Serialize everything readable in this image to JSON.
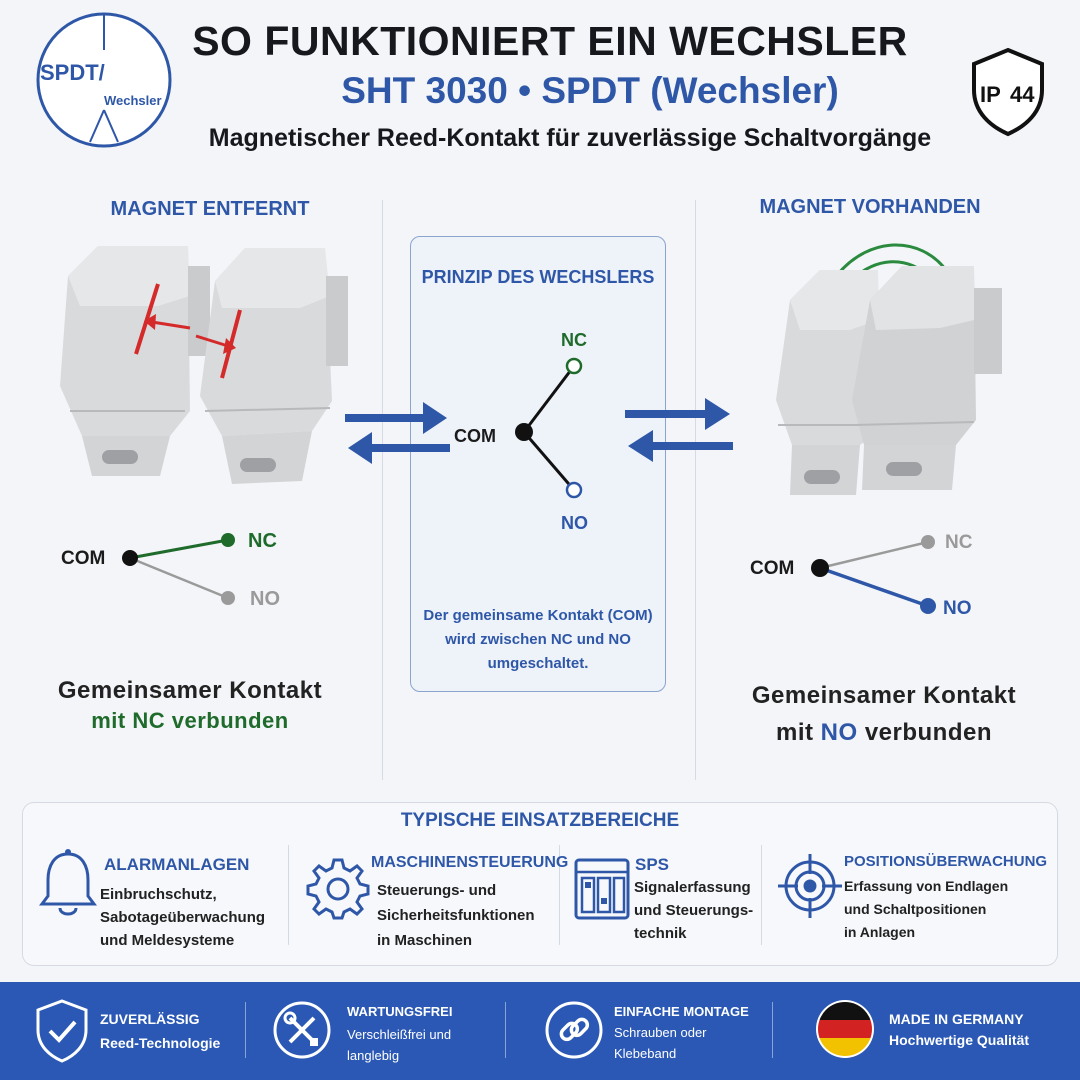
{
  "logo": {
    "text_main": "SPDT/",
    "text_sub": "Wechsler"
  },
  "header": {
    "title": "SO FUNKTIONIERT EIN WECHSLER",
    "subtitle": "SHT 3030 • SPDT (Wechsler)",
    "tagline": "Magnetischer Reed-Kontakt für zuverlässige Schaltvorgänge",
    "badge": {
      "ip": "IP",
      "rating": "44"
    }
  },
  "left": {
    "heading": "MAGNET ENTFERNT",
    "diagram": {
      "com": "COM",
      "nc": "NC",
      "no": "NO"
    },
    "state_line1": "Gemeinsamer Kontakt",
    "state_pre": "mit ",
    "state_highlight": "NC",
    "state_post": " verbunden"
  },
  "center": {
    "heading": "PRINZIP DES WECHSLERS",
    "diagram": {
      "com": "COM",
      "nc": "NC",
      "no": "NO"
    },
    "description": [
      "Der gemeinsame Kontakt (COM)",
      "wird zwischen NC und NO",
      "umgeschaltet."
    ]
  },
  "right": {
    "heading": "MAGNET VORHANDEN",
    "diagram": {
      "com": "COM",
      "nc": "NC",
      "no": "NO"
    },
    "state_line1": "Gemeinsamer Kontakt",
    "state_pre": "mit ",
    "state_highlight": "NO",
    "state_post": " verbunden"
  },
  "applications": {
    "title": "TYPISCHE EINSATZBEREICHE",
    "items": [
      {
        "icon": "bell-icon",
        "heading": "ALARMANLAGEN",
        "lines": [
          "Einbruchschutz,",
          "Sabotageüberwachung",
          "und Meldesysteme"
        ]
      },
      {
        "icon": "gear-icon",
        "heading": "MASCHINENSTEUERUNG",
        "lines": [
          "Steuerungs- und",
          "Sicherheitsfunktionen",
          "in Maschinen"
        ]
      },
      {
        "icon": "plc-icon",
        "heading": "SPS",
        "lines": [
          "Signalerfassung",
          "und Steuerungs-",
          "technik"
        ]
      },
      {
        "icon": "crosshair-icon",
        "heading": "POSITIONSÜBERWACHUNG",
        "lines": [
          "Erfassung von Endlagen",
          "und Schaltpositionen",
          "in Anlagen"
        ]
      }
    ]
  },
  "footer": {
    "items": [
      {
        "icon": "shield-check-icon",
        "heading": "ZUVERLÄSSIG",
        "lines": [
          "Reed-Technologie"
        ]
      },
      {
        "icon": "tools-icon",
        "heading": "WARTUNGSFREI",
        "lines": [
          "Verschleißfrei und",
          "langlebig"
        ]
      },
      {
        "icon": "chain-link-icon",
        "heading": "EINFACHE MONTAGE",
        "lines": [
          "Schrauben oder",
          "Klebeband"
        ]
      },
      {
        "icon": "germany-flag-icon",
        "heading": "MADE IN GERMANY",
        "lines": [
          "Hochwertige Qualität"
        ]
      }
    ]
  },
  "colors": {
    "accent_blue": "#2f57a8",
    "nc_green": "#1f6b2b",
    "magnet_field_green": "#2a8a3e",
    "alert_red": "#d42a2a",
    "footer_blue": "#2a58b4"
  }
}
